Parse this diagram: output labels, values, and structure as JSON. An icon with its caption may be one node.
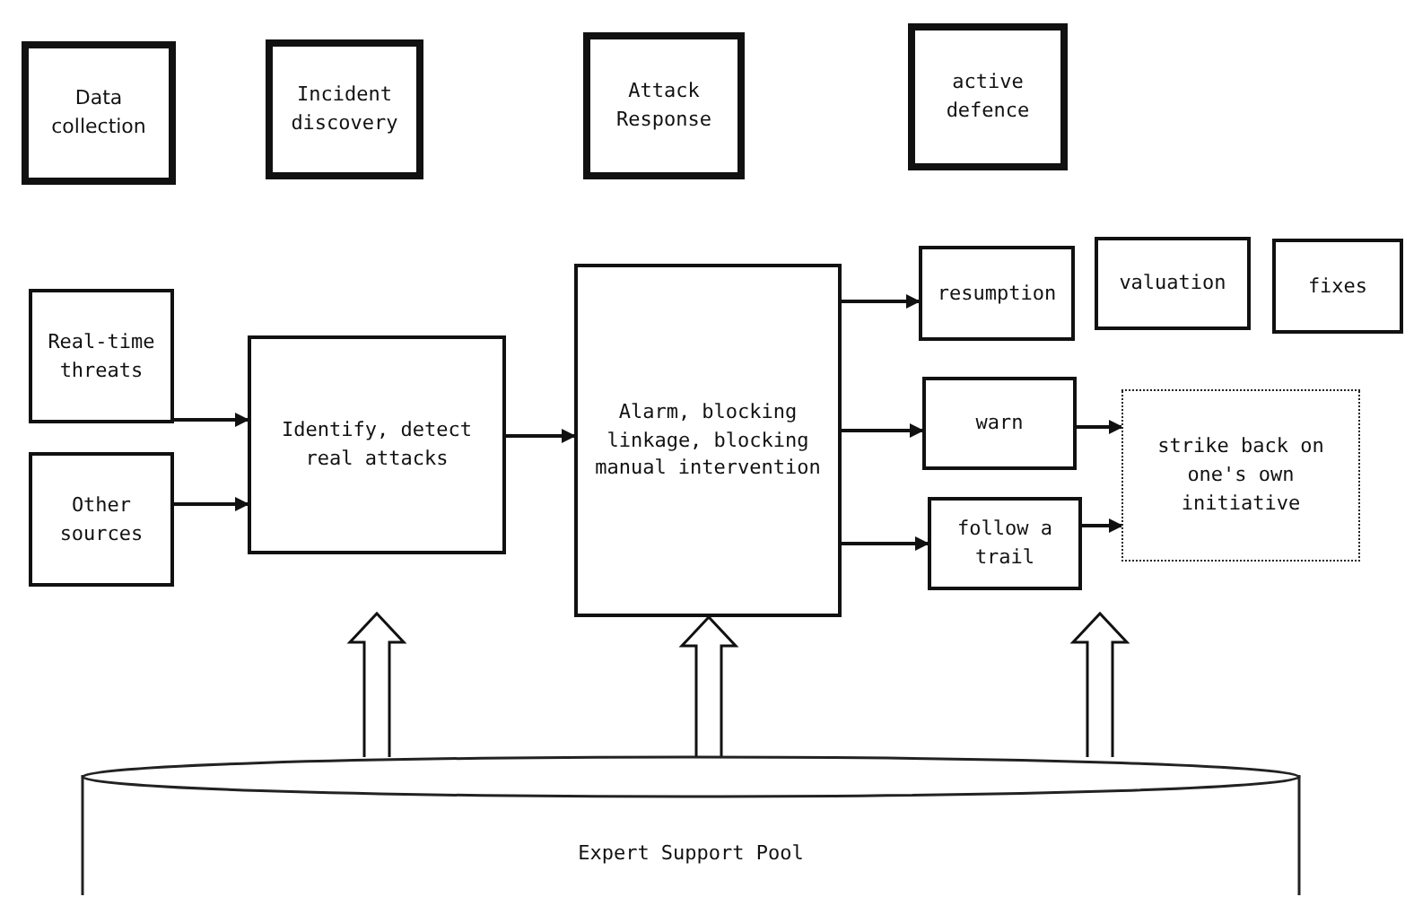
{
  "diagram": {
    "nodes": [
      {
        "text": [
          "Data collection"
        ]
      },
      {
        "text": [
          "Incident discovery"
        ]
      },
      {
        "text": [
          "Attack Response"
        ]
      },
      {
        "text": [
          "active defence"
        ]
      },
      {
        "text": [
          "Real-time threats"
        ]
      },
      {
        "text": [
          "Other sources"
        ]
      },
      {
        "text": [
          "Identify, detect real attacks"
        ]
      },
      {
        "text": [
          "Alarm, blocking linkage, blocking manual intervention"
        ]
      },
      {
        "text": [
          "resumption"
        ]
      },
      {
        "text": [
          "valuation"
        ]
      },
      {
        "text": [
          "fixes"
        ]
      },
      {
        "text": [
          "warn"
        ]
      },
      {
        "text": [
          "follow a trail"
        ]
      },
      {
        "text": [
          "strike back on one's own initiative"
        ]
      },
      {
        "text": [
          "Expert Support Pool"
        ]
      }
    ],
    "edges": [
      {
        "from": 4,
        "to": 6,
        "arrow": "to"
      },
      {
        "from": 5,
        "to": 6,
        "arrow": "to"
      },
      {
        "from": 6,
        "to": 7,
        "arrow": "to"
      },
      {
        "from": 7,
        "to": 8,
        "arrow": "to"
      },
      {
        "from": 7,
        "to": 11,
        "arrow": "to"
      },
      {
        "from": 7,
        "to": 12,
        "arrow": "to"
      },
      {
        "from": 11,
        "to": 13,
        "arrow": "to"
      },
      {
        "from": 12,
        "to": 13,
        "arrow": "to"
      },
      {
        "from": 14,
        "to": 6,
        "arrow": "to",
        "style": "thick"
      },
      {
        "from": 14,
        "to": 7,
        "arrow": "to",
        "style": "thick"
      },
      {
        "from": 14,
        "to": null,
        "arrow": "to",
        "style": "thick"
      }
    ]
  }
}
